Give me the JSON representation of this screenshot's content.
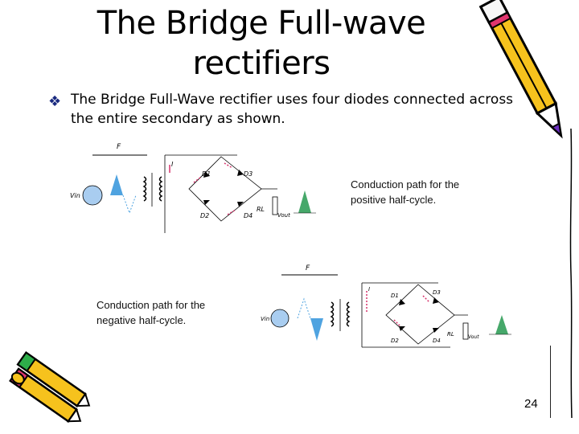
{
  "slide": {
    "title_line1": "The Bridge Full-wave",
    "title_line2": "rectifiers",
    "bullet_glyph": "❖",
    "bullet_text": "The Bridge Full-Wave rectifier uses four diodes connected across the entire secondary as shown.",
    "caption_positive_line1": "Conduction path for the",
    "caption_positive_line2": "positive half-cycle.",
    "caption_negative_line1": "Conduction path for the",
    "caption_negative_line2": "negative half-cycle.",
    "page_number": "24"
  },
  "diagram_top": {
    "fuse_label": "F",
    "source_label": "Vin",
    "d1": "D1",
    "d2": "D2",
    "d3": "D3",
    "d4": "D4",
    "rl": "RL",
    "out_label": "Vout",
    "current_label": "I"
  },
  "diagram_bottom": {
    "fuse_label": "F",
    "source_label": "Vin",
    "d1": "D1",
    "d2": "D2",
    "d3": "D3",
    "d4": "D4",
    "rl": "RL",
    "out_label": "Vout",
    "current_label": "I"
  },
  "colors": {
    "wave_fill": "#4fa3e0",
    "out_fill": "#46a86a",
    "current_arrow": "#d6336c",
    "source_fill": "#a9cdf0",
    "bullet": "#1a2a80"
  },
  "icons": [
    "pencil-icon",
    "pencils-bundle-icon",
    "diamond-bullet-icon"
  ]
}
